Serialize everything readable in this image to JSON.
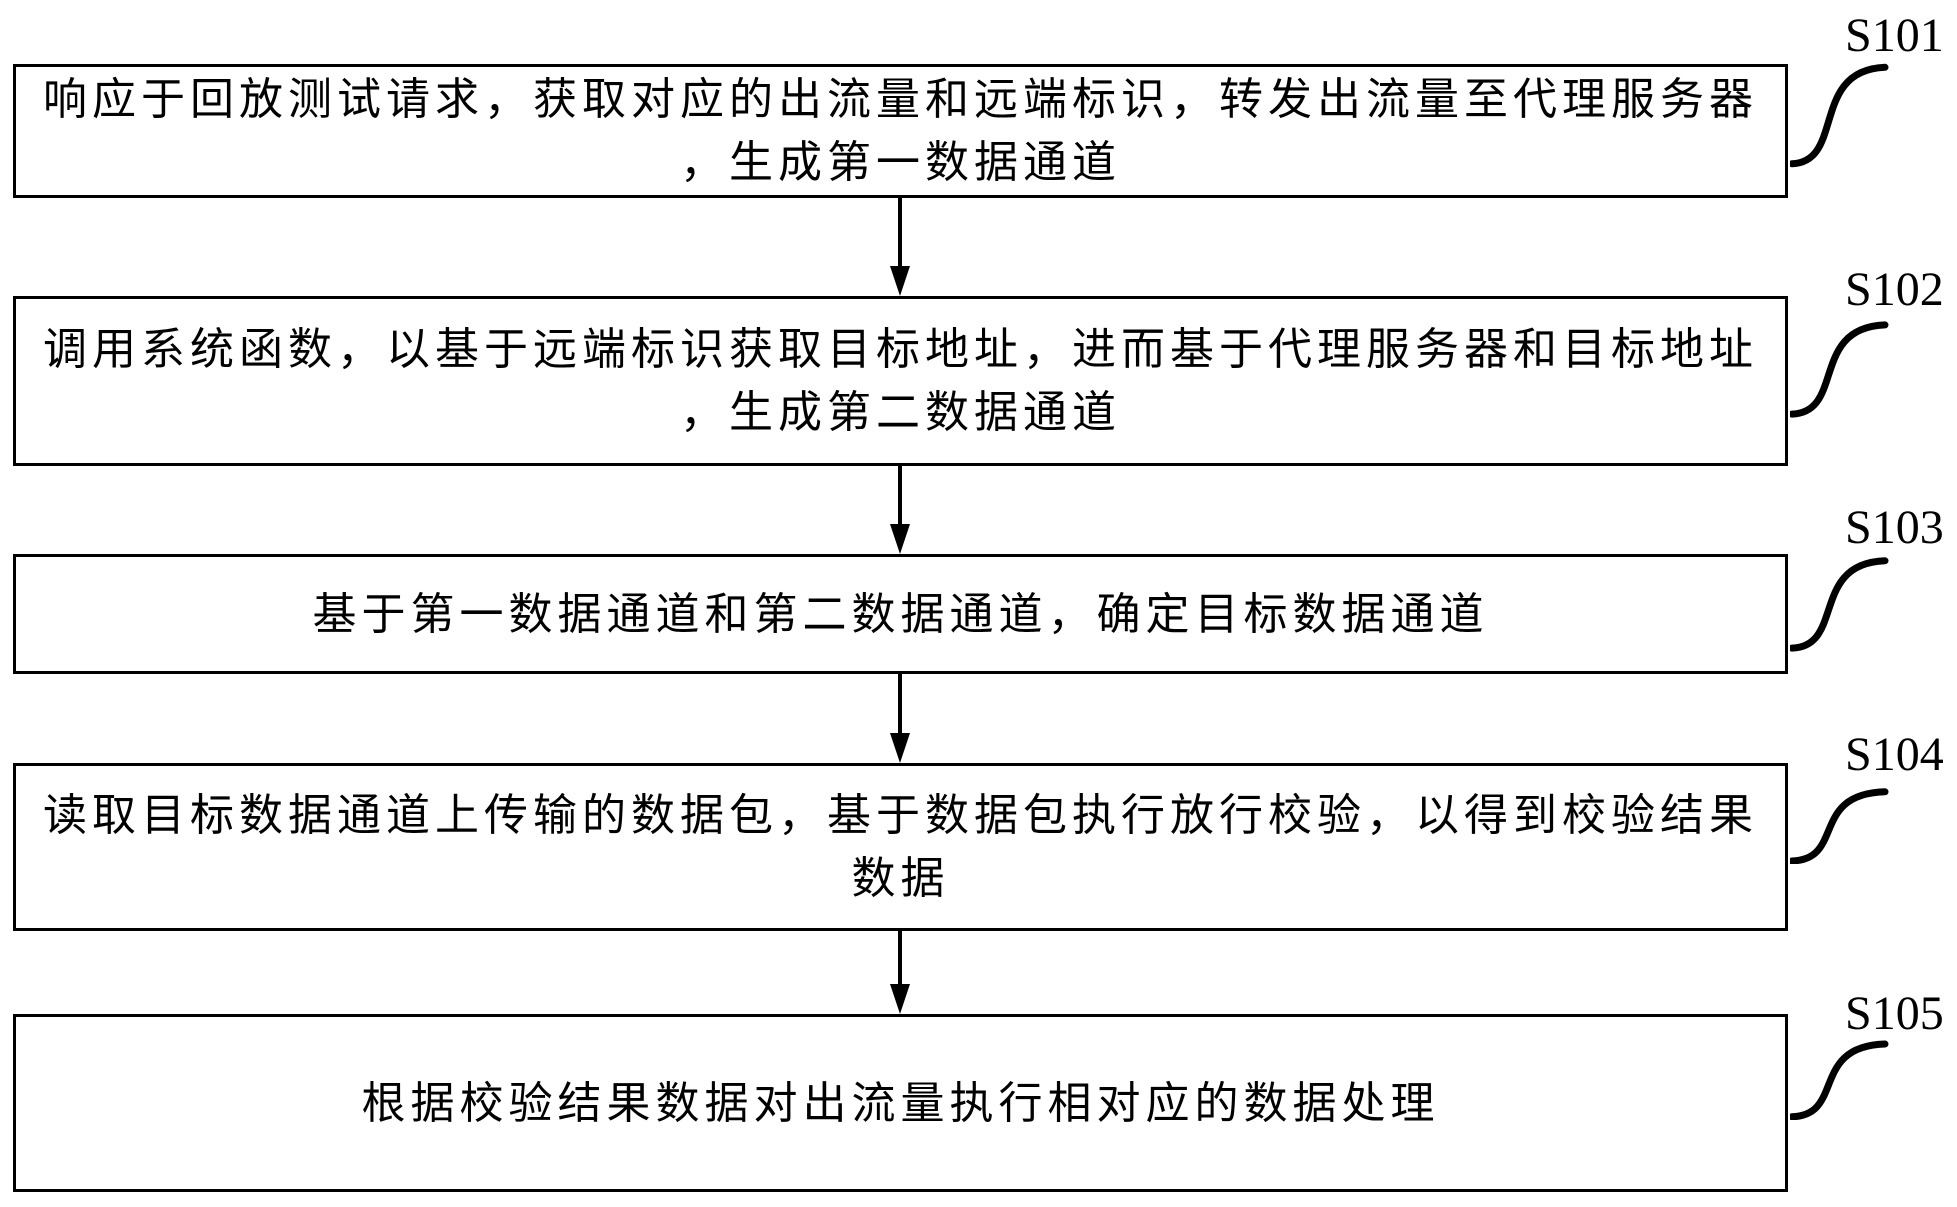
{
  "figure": {
    "type": "flowchart",
    "colors": {
      "line": "#000000",
      "background": "#ffffff",
      "text": "#000000"
    },
    "steps": [
      {
        "id": "S101",
        "lines": [
          "响应于回放测试请求，获取对应的出流量和远端标识，转发出流量至代理服务器",
          "，生成第一数据通道"
        ]
      },
      {
        "id": "S102",
        "lines": [
          "调用系统函数，以基于远端标识获取目标地址，进而基于代理服务器和目标地址",
          "，生成第二数据通道"
        ]
      },
      {
        "id": "S103",
        "lines": [
          "基于第一数据通道和第二数据通道，确定目标数据通道"
        ]
      },
      {
        "id": "S104",
        "lines": [
          "读取目标数据通道上传输的数据包，基于数据包执行放行校验，以得到校验结果",
          "数据"
        ]
      },
      {
        "id": "S105",
        "lines": [
          "根据校验结果数据对出流量执行相对应的数据处理"
        ]
      }
    ]
  }
}
